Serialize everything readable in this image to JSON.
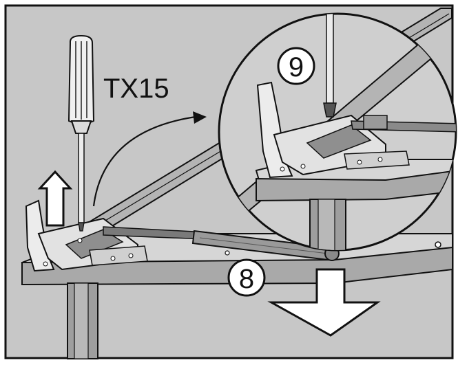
{
  "diagram": {
    "tool_label": "TX15",
    "step_main": "8",
    "step_detail": "9"
  },
  "colors": {
    "background": "#c7c7c7",
    "line": "#111111",
    "white": "#ffffff",
    "mid_gray": "#9a9a9a",
    "dark_gray": "#6e6e6e",
    "light_gray": "#e4e4e4"
  },
  "icons": {
    "screwdriver": "screwdriver-icon",
    "up_arrow": "arrow-up-icon",
    "down_arrow": "arrow-down-icon",
    "curved_arrow": "curved-arrow-icon"
  }
}
